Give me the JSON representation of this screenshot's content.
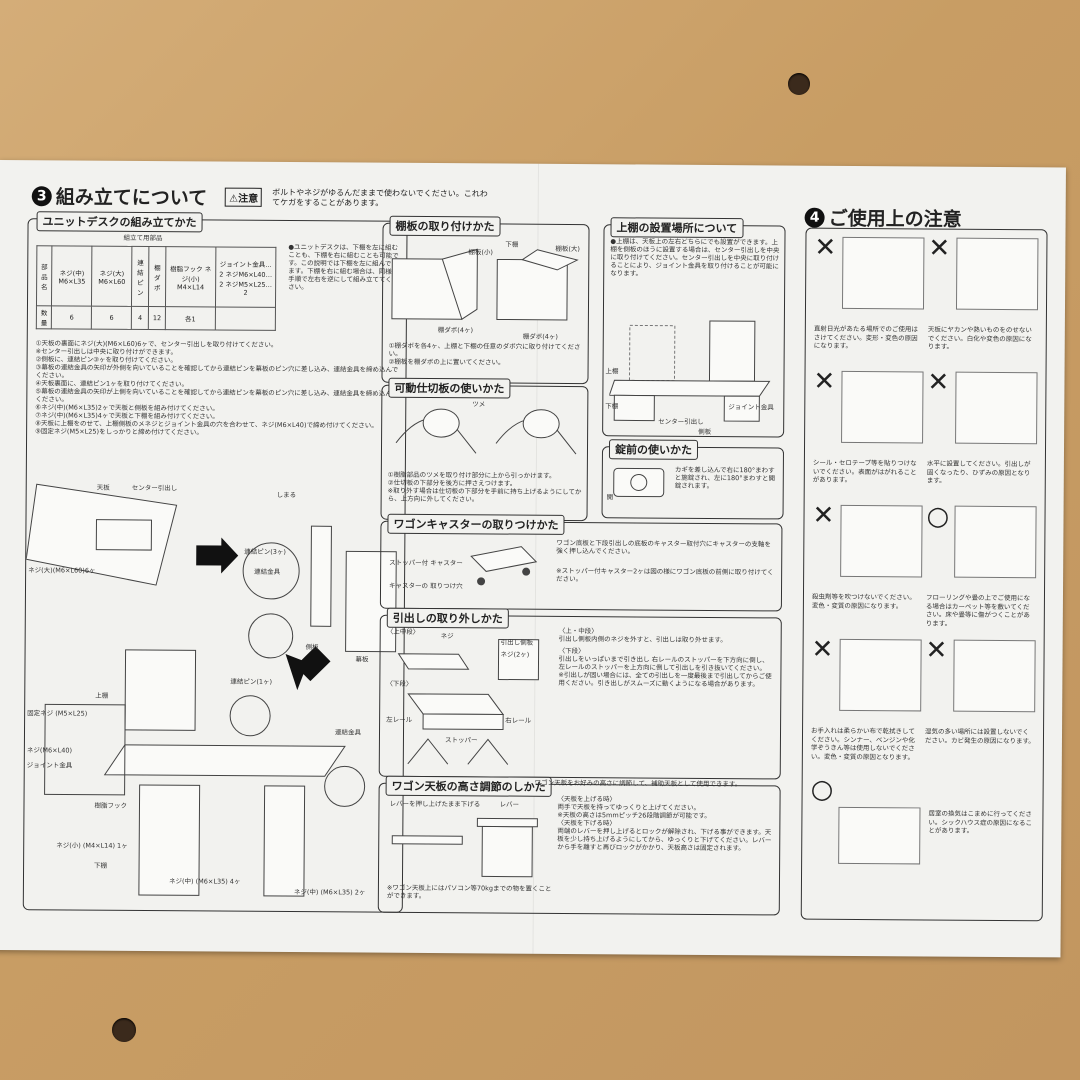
{
  "sec3": {
    "num": "3",
    "title": "組み立てについて",
    "caution_label": "⚠注意",
    "caution_text": "ボルトやネジがゆるんだままで使わないでください。これわてケガをすることがあります。"
  },
  "unit": {
    "heading": "ユニットデスクの組み立てかた",
    "parts_caption": "組立て用部品",
    "row_names": [
      "部品名",
      "数量"
    ],
    "parts": [
      {
        "name": "ネジ(中) M6×L35",
        "qty": "6"
      },
      {
        "name": "ネジ(大) M6×L60",
        "qty": "6"
      },
      {
        "name": "連結ピン",
        "qty": "4"
      },
      {
        "name": "棚ダボ",
        "qty": "12"
      },
      {
        "name": "樹脂フック ネジ(小) M4×L14",
        "qty": "各1"
      },
      {
        "name": "ジョイント金具…2 ネジM6×L40…2 ネジM5×L25…2",
        "qty": ""
      }
    ],
    "note": "●ユニットデスクは、下棚を左に組むことも、下棚を右に組むことも可能です。この説明では下棚を左に組んでいます。下棚を右に組む場合は、同様の手順で左右を逆にして組み立ててください。",
    "steps": [
      "①天板の裏面にネジ(大)(M6×L60)6ヶで、センター引出しを取り付けてください。",
      "※センター引出しは中央に取り付けができます。",
      "②側板に、連結ピン③ヶを取り付けてください。",
      "③幕板の連結金具の矢印が外側を向いていることを確認してから連結ピンを幕板のピン穴に差し込み、連結金具を締め込んでください。",
      "④天板裏面に、連結ピン1ヶを取り付けてください。",
      "⑤幕板の連結金具の矢印が上側を向いていることを確認してから連結ピンを幕板のピン穴に差し込み、連結金具を締め込んでください。",
      "⑥ネジ(中)(M6×L35)2ヶで天板と側板を組み付けてください。",
      "⑦ネジ(中)(M6×L35)4ヶで天板と下棚を組み付けてください。",
      "⑧天板に上棚をのせて、上棚側板のメネジとジョイント金具の穴を合わせて、ネジ(M6×L40)で締め付けてください。",
      "⑨固定ネジ(M5×L25)をしっかりと締め付けてください。"
    ],
    "labels": {
      "tenban": "天板",
      "center": "センター引出し",
      "neji_l": "ネジ(大)(M6×L60)6ヶ",
      "shimaru": "しまる",
      "pin3": "連結ピン(3ヶ)",
      "kanagu": "連結金具",
      "sokuban": "側板",
      "makuban": "幕板",
      "uwadana": "上棚",
      "pin1": "連結ピン(1ヶ)",
      "kotei": "固定ネジ (M5×L25)",
      "neji40": "ネジ(M6×L40)",
      "joint": "ジョイント金具",
      "hook": "樹脂フック",
      "neji_s": "ネジ(小) (M4×L14) 1ヶ",
      "shitadana": "下棚",
      "neji35_4": "ネジ(中) (M6×L35) 4ヶ",
      "neji35_2": "ネジ(中) (M6×L35) 2ヶ"
    }
  },
  "shelf": {
    "heading": "棚板の取り付けかた",
    "labels": {
      "a": "棚板(小)",
      "b": "棚板(大)",
      "c": "棚ダボ(4ヶ)",
      "d": "棚ダボ(4ヶ)",
      "e": "下棚"
    },
    "steps": [
      "①棚ダボを各4ヶ、上棚と下棚の任意のダボ穴に取り付けてください。",
      "②棚板を棚ダボの上に置いてください。"
    ]
  },
  "partition": {
    "heading": "可動仕切板の使いかた",
    "labels": {
      "tsume": "ツメ"
    },
    "steps": [
      "①樹脂部品のツメを取り付け部分に上から引っかけます。",
      "②仕切板の下部分を後方に押さえつけます。",
      "※取り外す場合は仕切板の下部分を手前に持ち上げるようにしてから、上方向に外してください。"
    ]
  },
  "upper": {
    "heading": "上棚の設置場所について",
    "text": "●上棚は、天板上の左右どちらにでも設置ができます。上棚を側板のほうに設置する場合は、センター引出しを中央に取り付けてください。センター引出しを中央に取り付けることにより、ジョイント金具を取り付けることが可能になります。",
    "labels": {
      "uwadana": "上棚",
      "shitadana": "下棚",
      "joint": "ジョイント金具",
      "center": "センター引出し",
      "sokuban": "側板"
    }
  },
  "lock": {
    "heading": "錠前の使いかた",
    "text": "カギを差し込んで右に180°まわすと施錠され、左に180°まわすと開錠されます。",
    "label": "開"
  },
  "caster": {
    "heading": "ワゴンキャスターの取りつけかた",
    "text": "ワゴン底板と下段引出しの底板のキャスター取付穴にキャスターの支軸を強く押し込んでください。",
    "note": "※ストッパー付キャスター2ヶは図の様にワゴン底板の前側に取り付けてください。",
    "labels": {
      "stopper": "ストッパー付 キャスター",
      "hole": "キャスターの 取りつけ穴"
    }
  },
  "drawer": {
    "heading": "引出しの取り外しかた",
    "upper_label": "〈上中段〉",
    "lower_label": "〈下段〉",
    "upper_title": "〈上・中段〉",
    "upper_text": "引出し側板内側のネジを外すと、引出しは取り外せます。",
    "lower_title": "〈下段〉",
    "lower_text": "引出しをいっぱいまで引き出し 右レールのストッパーを下方向に倒し、 左レールのストッパーを上方向に倒して引出しを引き抜いてください。",
    "lower_note": "※引出しが固い場合には、全ての引出しを一度最後まで引出してからご使用ください。引き出しがスムーズに動くようになる場合があります。",
    "labels": {
      "neji": "ネジ",
      "neji2": "ネジ(2ヶ)",
      "hikidashi": "引出し側板",
      "left": "左レール",
      "right": "右レール",
      "stopper": "ストッパー"
    }
  },
  "wagon": {
    "heading": "ワゴン天板の高さ調節のしかた",
    "intro": "ワゴン天板をお好みの高さに調節して、補助天板として使用できます。",
    "up_title": "〈天板を上げる時〉",
    "up_text": "両手で天板を持ってゆっくりと上げてください。",
    "up_note": "※天板の高さは5mmピッチ26段階調節が可能です。",
    "down_title": "〈天板を下げる時〉",
    "down_text": "両端のレバーを押し上げるとロックが解除され、下げる事ができます。天板を少し持ち上げるようにしてから、ゆっくりと下げてください。レバーから手を離すと再びロックがかかり、天板高さは固定されます。",
    "note": "※ワゴン天板上にはパソコン等70kgまでの物を置くことができます。",
    "labels": {
      "lever_up": "レバーを押し上げたまま下げる",
      "lever": "レバー"
    }
  },
  "sec4": {
    "num": "4",
    "title": "ご使用上の注意",
    "items": [
      {
        "mark": "✕",
        "text": "直射日光があたる場所でのご使用はさけてください。変形・変色の原因になります。"
      },
      {
        "mark": "✕",
        "text": "天板にヤカンや熱いものをのせないでください。白化や変色の原因になります。"
      },
      {
        "mark": "✕",
        "text": "シール・セロテープ等を貼りつけないでください。表面がはがれることがあります。"
      },
      {
        "mark": "✕",
        "text": "水平に設置してください。引出しが固くなったり、ひずみの原因となります。"
      },
      {
        "mark": "✕",
        "text": "殺虫剤等を吹つけないでください。変色・変質の原因になります。"
      },
      {
        "mark": "○",
        "text": "フローリングや畳の上でご使用になる場合はカーペット等を敷いてください。床や畳等に傷がつくことがあります。"
      },
      {
        "mark": "✕",
        "text": "お手入れは柔らかい布で乾拭きしてください。シンナー、ベンジンや化学ぞうきん等は使用しないでください。変色・変質の原因となります。"
      },
      {
        "mark": "✕",
        "text": "湿気の多い場所には設置しないでください。カビ発生の原因になります。"
      },
      {
        "mark": "○",
        "text": "居室の換気はこまめに行ってください。シックハウス症の原因になることがあります。"
      }
    ]
  }
}
